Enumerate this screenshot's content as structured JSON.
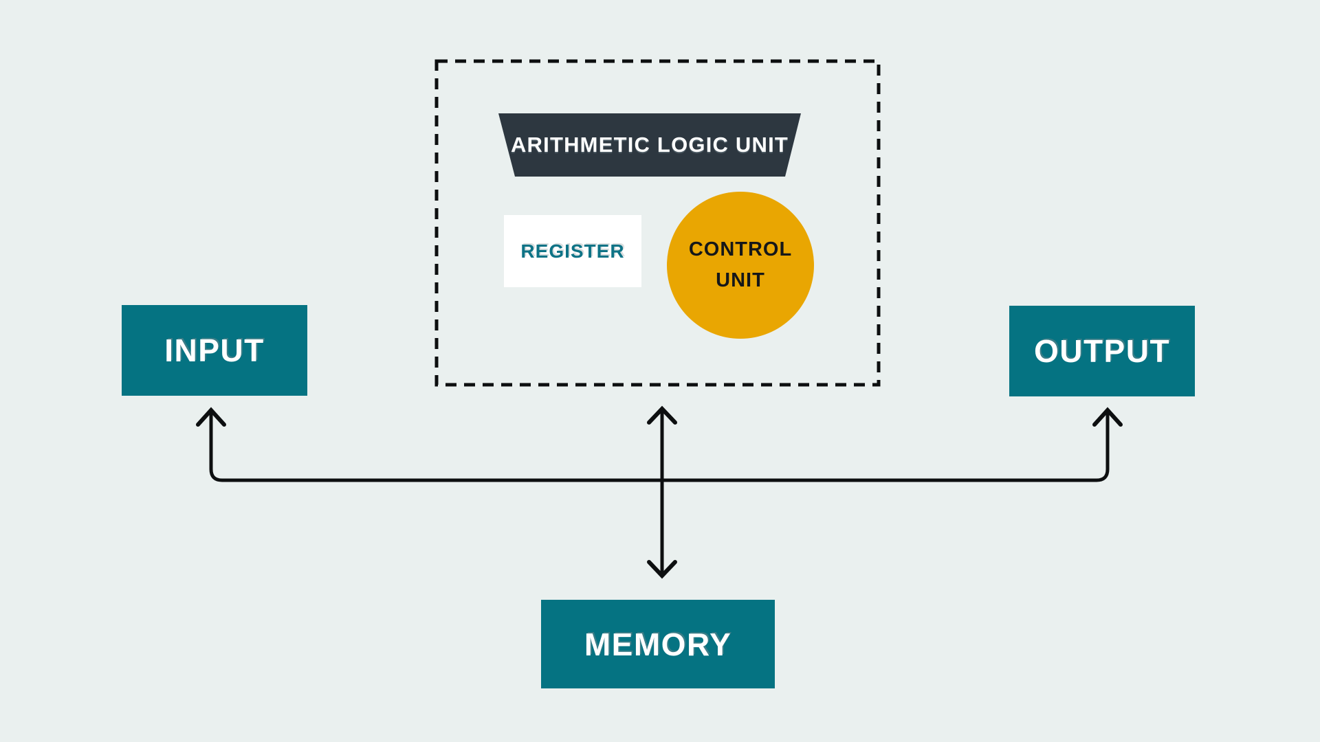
{
  "colors": {
    "bg": "#eaf0ef",
    "teal": "#057382",
    "orange": "#e9a602",
    "dark": "#2d3740",
    "line": "#0d0f10",
    "white": "#ffffff",
    "register-text": "#0e7386",
    "control-text": "#151719"
  },
  "cpu": {
    "alu_label": "ARITHMETIC LOGIC UNIT",
    "register_label": "REGISTER",
    "control_unit_line1": "CONTROL",
    "control_unit_line2": "UNIT"
  },
  "io": {
    "input_label": "INPUT",
    "output_label": "OUTPUT",
    "memory_label": "MEMORY"
  }
}
